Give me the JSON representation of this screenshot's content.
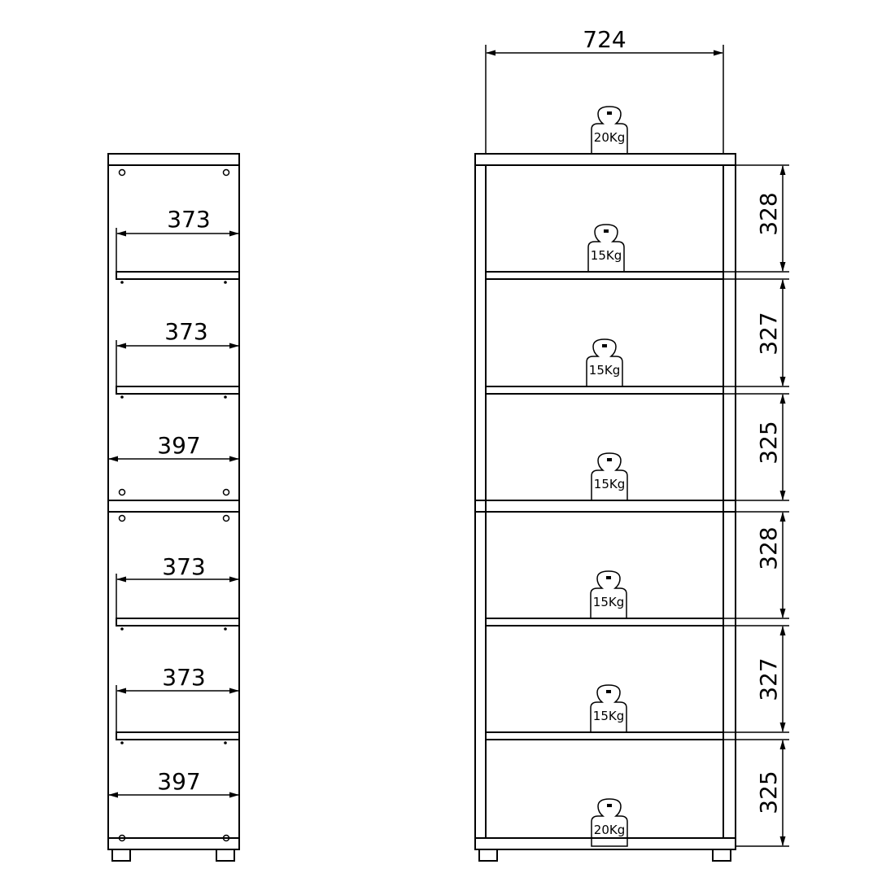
{
  "side_view": {
    "depths": [
      "373",
      "373",
      "397",
      "373",
      "373",
      "397"
    ]
  },
  "front_view": {
    "width": "724",
    "heights": [
      "328",
      "327",
      "325",
      "328",
      "327",
      "325"
    ],
    "loads": [
      "20Kg",
      "15Kg",
      "15Kg",
      "15Kg",
      "15Kg",
      "15Kg",
      "20Kg"
    ]
  }
}
